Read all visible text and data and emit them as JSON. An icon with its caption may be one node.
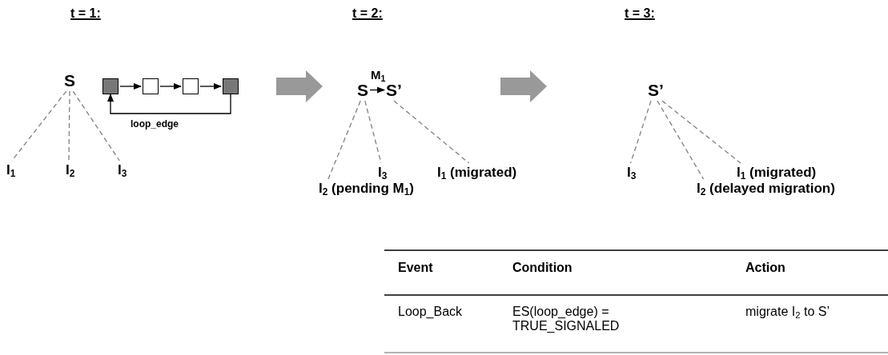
{
  "diagram": {
    "nodes": [
      {
        "text": [
          "S"
        ]
      },
      {
        "text": [
          "I$_{1}$"
        ]
      },
      {
        "text": [
          "I$_{2}$"
        ]
      },
      {
        "text": [
          "I$_{3}$"
        ]
      },
      {
        "text": [],
        "shape": "box"
      },
      {
        "text": [],
        "shape": "box"
      },
      {
        "text": [],
        "shape": "box"
      },
      {
        "text": [],
        "shape": "box"
      },
      {
        "text": [
          "S"
        ]
      },
      {
        "text": [
          "S’"
        ]
      },
      {
        "text": [
          "I$_{2}$ (pending M$_{1}$)"
        ]
      },
      {
        "text": [
          "I$_{3}$"
        ]
      },
      {
        "text": [
          "I$_{1}$ (migrated)"
        ]
      },
      {
        "text": [
          "S’"
        ]
      },
      {
        "text": [
          "I$_{3}$"
        ]
      },
      {
        "text": [
          "I$_{2}$ (delayed migration)"
        ]
      },
      {
        "text": [
          "I$_{1}$ (migrated)"
        ]
      }
    ],
    "edges": [
      {
        "from": 0,
        "to": 1,
        "arrow": "none",
        "style": "dashed"
      },
      {
        "from": 0,
        "to": 2,
        "arrow": "none",
        "style": "dashed"
      },
      {
        "from": 0,
        "to": 3,
        "arrow": "none",
        "style": "dashed"
      },
      {
        "from": 4,
        "to": 5,
        "arrow": "to",
        "color": "#000000"
      },
      {
        "from": 5,
        "to": 6,
        "arrow": "to",
        "color": "#000000"
      },
      {
        "from": 6,
        "to": 7,
        "arrow": "to",
        "color": "#000000"
      },
      {
        "from": 7,
        "to": 4,
        "arrow": "to",
        "label": "loop_edge",
        "color": "#000000"
      },
      {
        "from": 8,
        "to": 9,
        "arrow": "to",
        "label": "M$_{1}$",
        "color": "#000000"
      },
      {
        "from": 8,
        "to": 10,
        "arrow": "none",
        "style": "dashed"
      },
      {
        "from": 8,
        "to": 11,
        "arrow": "none",
        "style": "dashed"
      },
      {
        "from": 9,
        "to": 12,
        "arrow": "none",
        "style": "dashed"
      },
      {
        "from": 13,
        "to": 14,
        "arrow": "none",
        "style": "dashed"
      },
      {
        "from": 13,
        "to": 15,
        "arrow": "none",
        "style": "dashed"
      },
      {
        "from": 13,
        "to": 16,
        "arrow": "none",
        "style": "dashed"
      }
    ],
    "labels": [
      "t = 1:",
      "t = 2:",
      "t = 3:",
      "Event",
      "Condition",
      "Action",
      "Loop_Back",
      "ES(loop_edge) = TRUE_SIGNALED",
      "migrate I$_{2}$ to S’"
    ]
  }
}
